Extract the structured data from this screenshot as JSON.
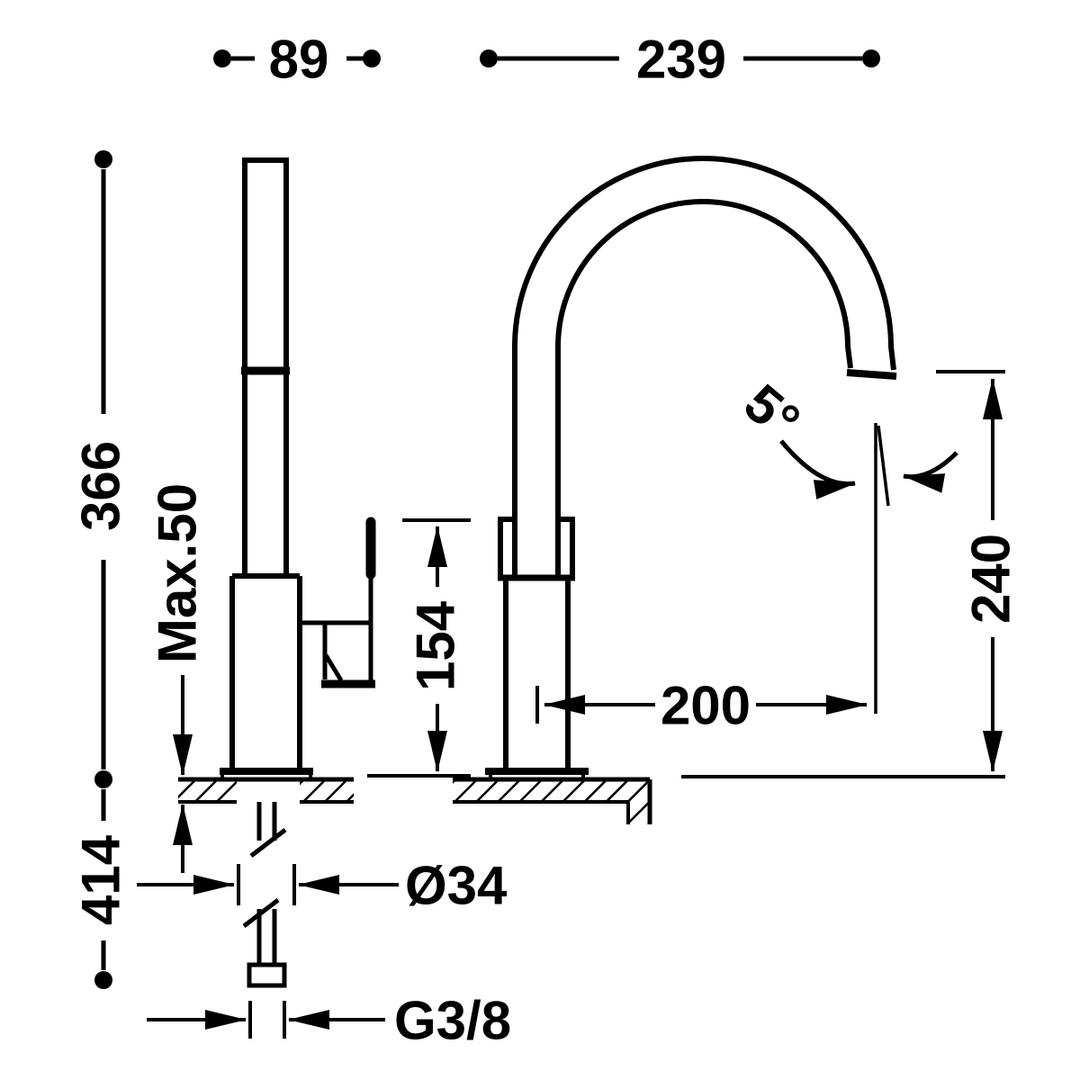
{
  "side_view": {
    "width": "89",
    "height_above_counter": "366",
    "max_counter_thickness": "Max.50",
    "handle_height": "154",
    "below_counter_length": "414",
    "hole_diameter": "Ø34",
    "connection_thread": "G3/8"
  },
  "front_view": {
    "width": "239",
    "spout_clearance_height": "240",
    "spout_reach": "200",
    "outlet_angle": "5°"
  }
}
